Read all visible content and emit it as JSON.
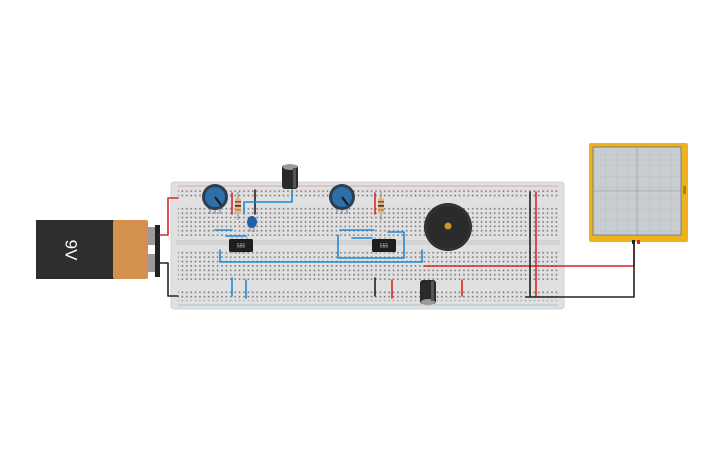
{
  "battery": {
    "label": "9V"
  },
  "chips": [
    {
      "label": "555"
    },
    {
      "label": "555"
    }
  ],
  "colors": {
    "background": "#ffffff",
    "breadboard": "#e0e0e0",
    "battery_body": "#2e2e2e",
    "battery_cap": "#d4914e",
    "wire_red": "#d62828",
    "wire_blue": "#1e8ad6",
    "wire_black": "#222222",
    "oscilloscope_frame": "#f0b21c",
    "oscilloscope_screen": "#c8cdd1",
    "potentiometer": "#2f6fa8"
  }
}
